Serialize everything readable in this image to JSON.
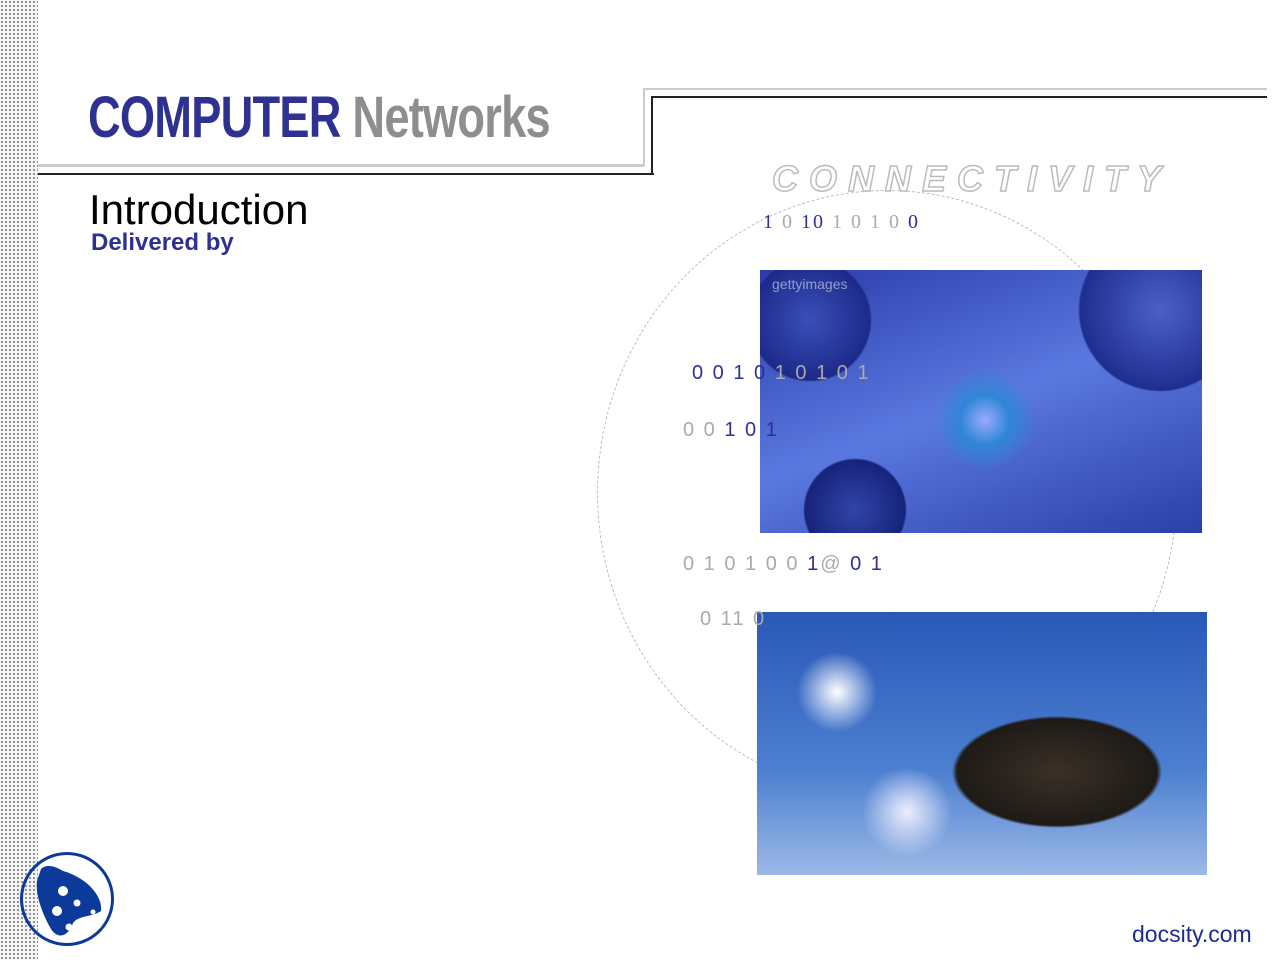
{
  "header": {
    "title_part1": "COMPUTER",
    "title_part2": "Networks"
  },
  "slide": {
    "heading": "Introduction",
    "subheading": "Delivered by"
  },
  "graphic": {
    "banner": "CONNECTIVITY",
    "binary_lines": [
      [
        {
          "t": "1",
          "c": "b"
        },
        {
          "t": " 0 ",
          "c": "g"
        },
        {
          "t": "10",
          "c": "b"
        },
        {
          "t": " 1 0 1 0 ",
          "c": "g"
        },
        {
          "t": "0",
          "c": "b"
        }
      ],
      [
        {
          "t": "0 0 1 0 ",
          "c": "b"
        },
        {
          "t": "1 0 1 0 1",
          "c": "g"
        }
      ],
      [
        {
          "t": "0 0 ",
          "c": "g"
        },
        {
          "t": "1 0 1",
          "c": "b"
        }
      ],
      [
        {
          "t": "0 1 0 1 0 0 ",
          "c": "g"
        },
        {
          "t": "1",
          "c": "b"
        },
        {
          "t": "@",
          "c": "g"
        },
        {
          "t": " 0 1",
          "c": "b"
        }
      ],
      [
        {
          "t": "0 11 0",
          "c": "g"
        }
      ]
    ],
    "image_watermark": "gettyimages"
  },
  "footer": {
    "brand": "docsity.com"
  },
  "colors": {
    "accent": "#2e3192",
    "gray": "#8e8e8e"
  }
}
